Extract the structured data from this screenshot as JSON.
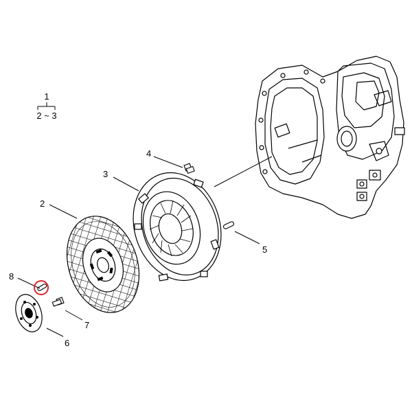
{
  "diagram": {
    "tree": {
      "parent": "1",
      "children": "2 ~ 3"
    },
    "callouts": [
      {
        "label": "2"
      },
      {
        "label": "3"
      },
      {
        "label": "4"
      },
      {
        "label": "5"
      },
      {
        "label": "6"
      },
      {
        "label": "7"
      },
      {
        "label": "8"
      }
    ],
    "highlight_color": "#e0202a",
    "line_color": "#000000"
  }
}
